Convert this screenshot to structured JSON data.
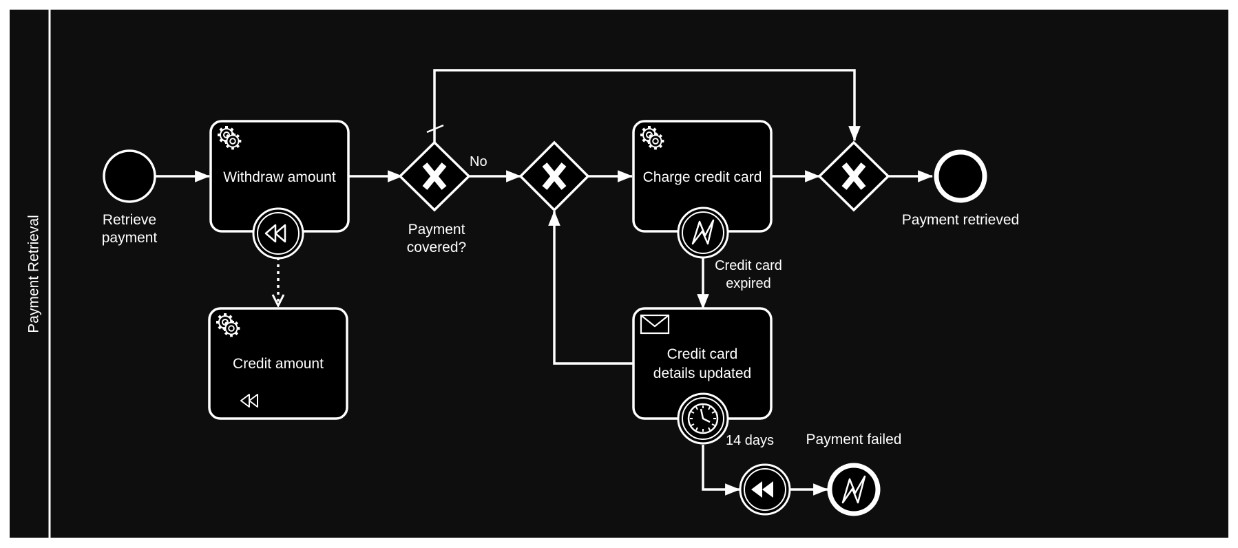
{
  "pool": {
    "label": "Payment Retrieval"
  },
  "events": {
    "start": {
      "label_line1": "Retrieve",
      "label_line2": "payment"
    },
    "end_success": {
      "label": "Payment retrieved"
    },
    "end_failed": {
      "label": "Payment failed"
    },
    "compensation_throw": {
      "icon": "rewind-icon"
    }
  },
  "tasks": {
    "withdraw": {
      "label": "Withdraw amount",
      "type": "service"
    },
    "credit": {
      "label": "Credit amount",
      "type": "service",
      "marker": "compensation"
    },
    "charge": {
      "label": "Charge credit card",
      "type": "service"
    },
    "updated": {
      "label_line1": "Credit card",
      "label_line2": "details updated",
      "type": "receive"
    }
  },
  "gateways": {
    "covered": {
      "label_line1": "Payment",
      "label_line2": "covered?",
      "marker": "X"
    },
    "merge": {
      "marker": "X"
    },
    "join": {
      "marker": "X"
    }
  },
  "boundary_events": {
    "withdraw_compensation": {
      "icon": "rewind-icon"
    },
    "charge_error": {
      "icon": "error-icon"
    },
    "updated_timer": {
      "icon": "clock-icon"
    }
  },
  "flow_labels": {
    "no": "No",
    "expired_line1": "Credit card",
    "expired_line2": "expired",
    "timer": "14 days"
  },
  "colors": {
    "background": "#0e0e0e",
    "foreground": "#ffffff",
    "shape_fill": "#000000",
    "page": "#ffffff"
  }
}
